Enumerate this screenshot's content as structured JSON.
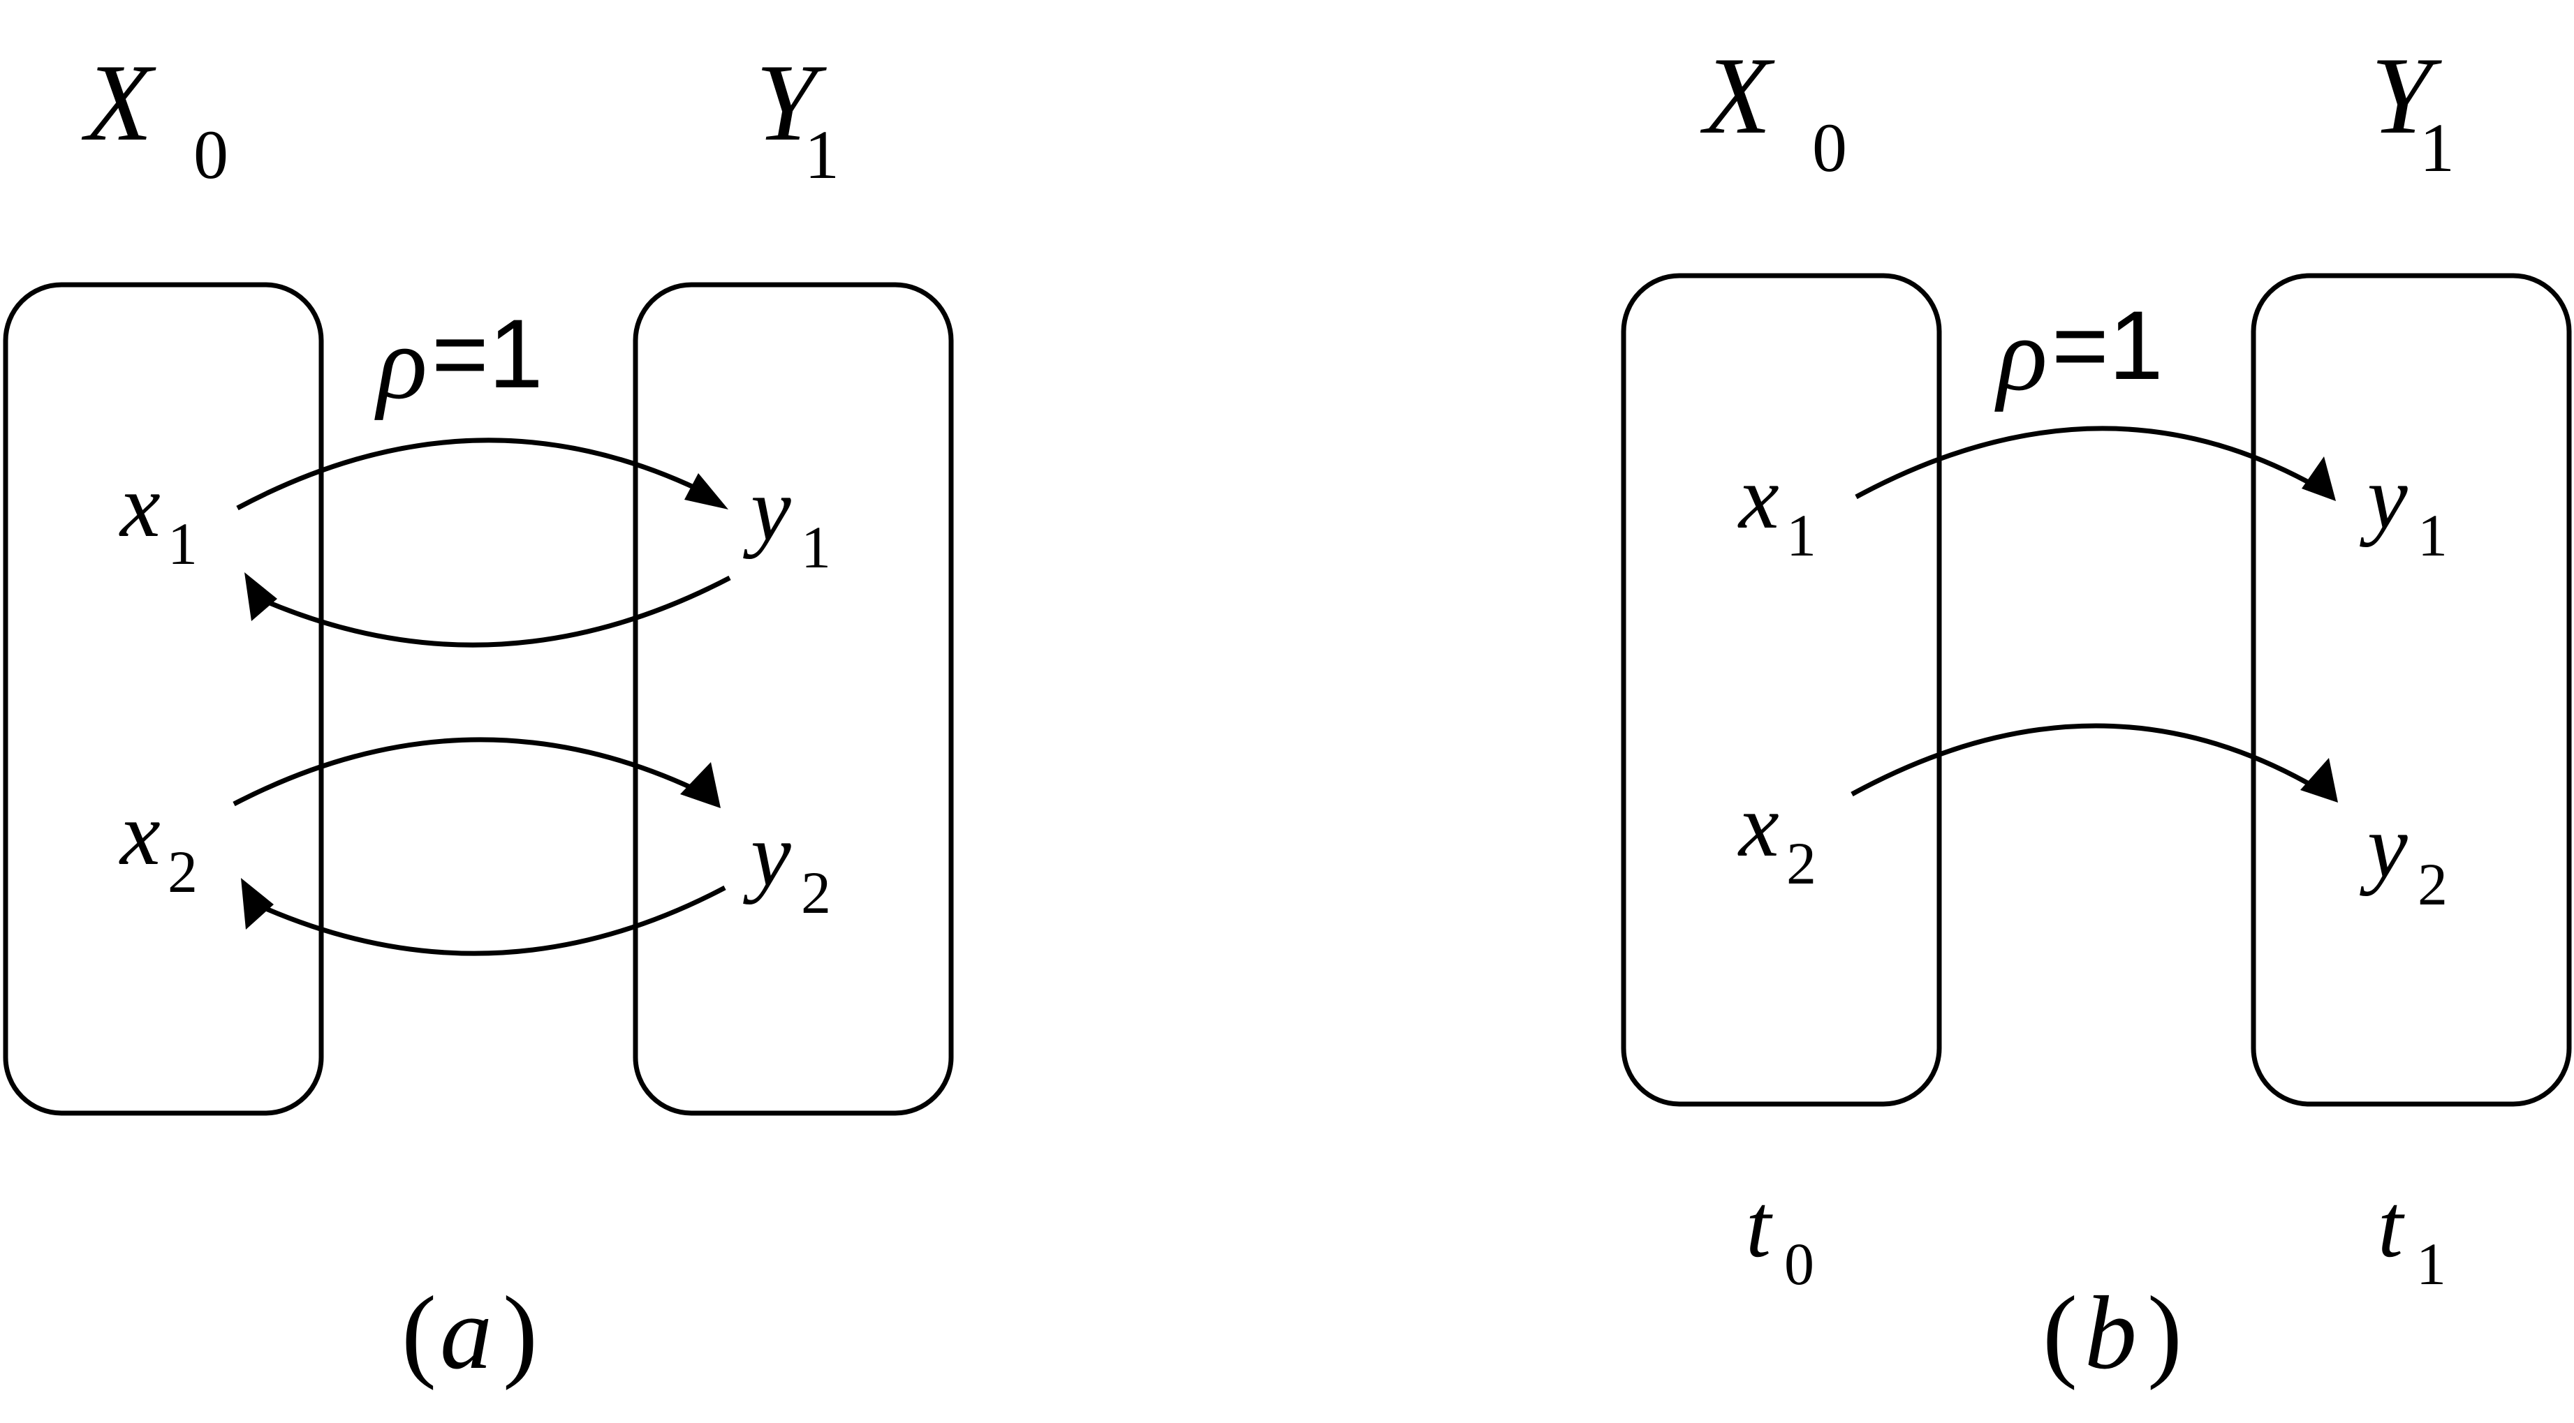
{
  "panel_a": {
    "left_set": {
      "letter": "X",
      "sub": "0"
    },
    "right_set": {
      "letter": "Y",
      "sub": "1"
    },
    "rho_symbol": "ρ",
    "rho_value": "=1",
    "left_items": [
      {
        "letter": "x",
        "sub": "1"
      },
      {
        "letter": "x",
        "sub": "2"
      }
    ],
    "right_items": [
      {
        "letter": "y",
        "sub": "1"
      },
      {
        "letter": "y",
        "sub": "2"
      }
    ],
    "caption_open": "(",
    "caption_letter": "a",
    "caption_close": ")"
  },
  "panel_b": {
    "left_set": {
      "letter": "X",
      "sub": "0"
    },
    "right_set": {
      "letter": "Y",
      "sub": "1"
    },
    "rho_symbol": "ρ",
    "rho_value": "=1",
    "left_items": [
      {
        "letter": "x",
        "sub": "1"
      },
      {
        "letter": "x",
        "sub": "2"
      }
    ],
    "right_items": [
      {
        "letter": "y",
        "sub": "1"
      },
      {
        "letter": "y",
        "sub": "2"
      }
    ],
    "left_time": {
      "letter": "t",
      "sub": "0"
    },
    "right_time": {
      "letter": "t",
      "sub": "1"
    },
    "caption_open": "(",
    "caption_letter": "b",
    "caption_close": ")"
  }
}
